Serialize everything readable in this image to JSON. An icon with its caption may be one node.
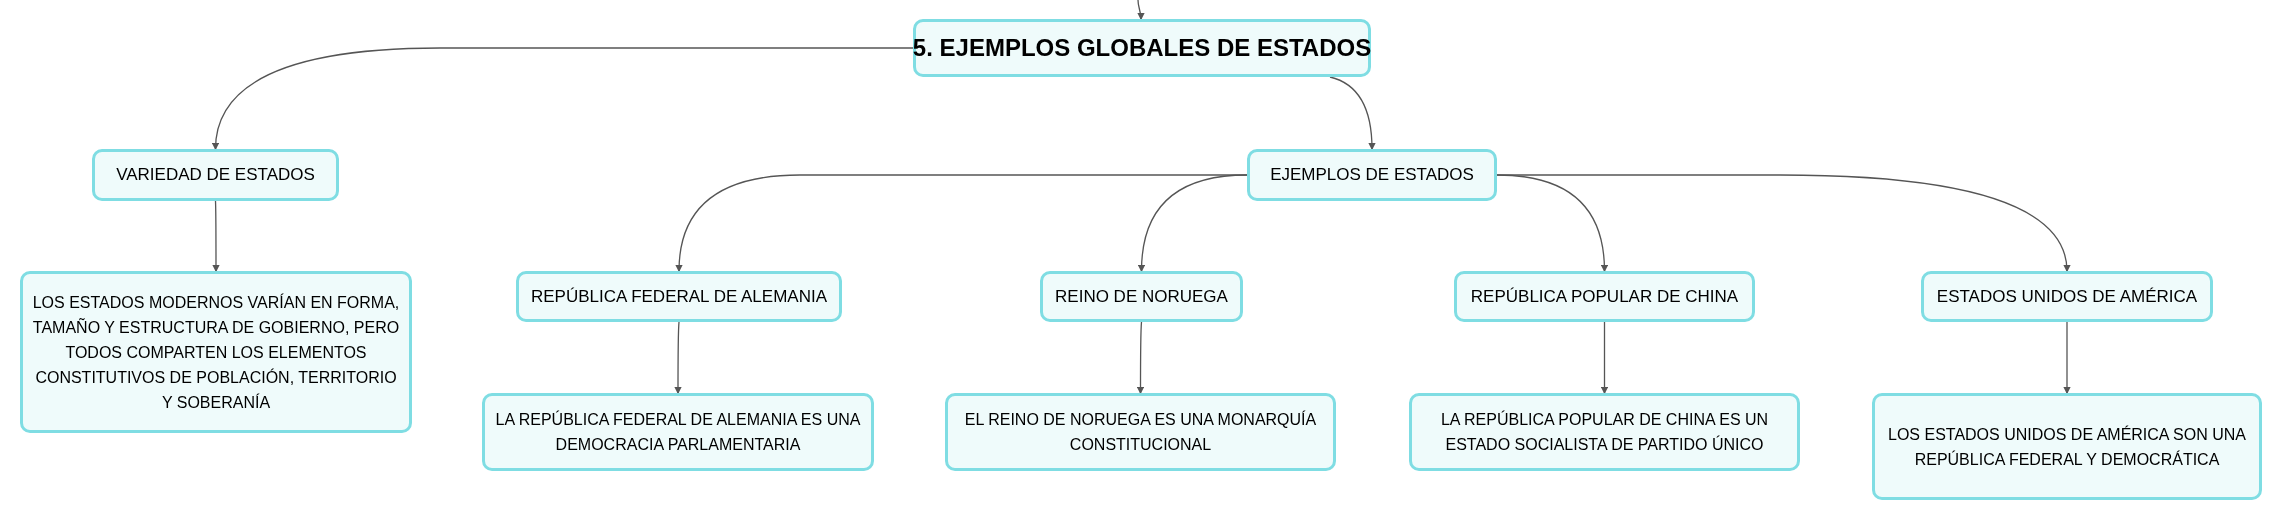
{
  "diagram": {
    "nodes": [
      {
        "text": [
          "5. EJEMPLOS GLOBALES DE ESTADOS"
        ]
      },
      {
        "text": [
          "VARIEDAD DE ESTADOS"
        ]
      },
      {
        "text": [
          "EJEMPLOS DE ESTADOS"
        ]
      },
      {
        "text": [
          "LOS ESTADOS MODERNOS VARÍAN EN FORMA, TAMAÑO Y ESTRUCTURA DE GOBIERNO, PERO TODOS COMPARTEN LOS ELEMENTOS CONSTITUTIVOS DE POBLACIÓN, TERRITORIO Y SOBERANÍA"
        ]
      },
      {
        "text": [
          "REPÚBLICA FEDERAL DE ALEMANIA"
        ]
      },
      {
        "text": [
          "REINO DE NORUEGA"
        ]
      },
      {
        "text": [
          "REPÚBLICA POPULAR DE CHINA"
        ]
      },
      {
        "text": [
          "ESTADOS UNIDOS DE AMÉRICA"
        ]
      },
      {
        "text": [
          "LA REPÚBLICA FEDERAL DE ALEMANIA ES UNA DEMOCRACIA PARLAMENTARIA"
        ]
      },
      {
        "text": [
          "EL REINO DE NORUEGA ES UNA MONARQUÍA CONSTITUCIONAL"
        ]
      },
      {
        "text": [
          "LA REPÚBLICA POPULAR DE CHINA ES UN ESTADO SOCIALISTA DE PARTIDO ÚNICO"
        ]
      },
      {
        "text": [
          "LOS ESTADOS UNIDOS DE AMÉRICA SON UNA REPÚBLICA FEDERAL Y DEMOCRÁTICA"
        ]
      }
    ],
    "edges": [
      {
        "from": null,
        "to": 0,
        "arrow": "to"
      },
      {
        "from": 0,
        "to": 1,
        "arrow": "to"
      },
      {
        "from": 0,
        "to": 2,
        "arrow": "to"
      },
      {
        "from": 1,
        "to": 3,
        "arrow": "to"
      },
      {
        "from": 2,
        "to": 4,
        "arrow": "to"
      },
      {
        "from": 2,
        "to": 5,
        "arrow": "to"
      },
      {
        "from": 2,
        "to": 6,
        "arrow": "to"
      },
      {
        "from": 2,
        "to": 7,
        "arrow": "to"
      },
      {
        "from": 4,
        "to": 8,
        "arrow": "to"
      },
      {
        "from": 5,
        "to": 9,
        "arrow": "to"
      },
      {
        "from": 6,
        "to": 10,
        "arrow": "to"
      },
      {
        "from": 7,
        "to": 11,
        "arrow": "to"
      }
    ]
  }
}
